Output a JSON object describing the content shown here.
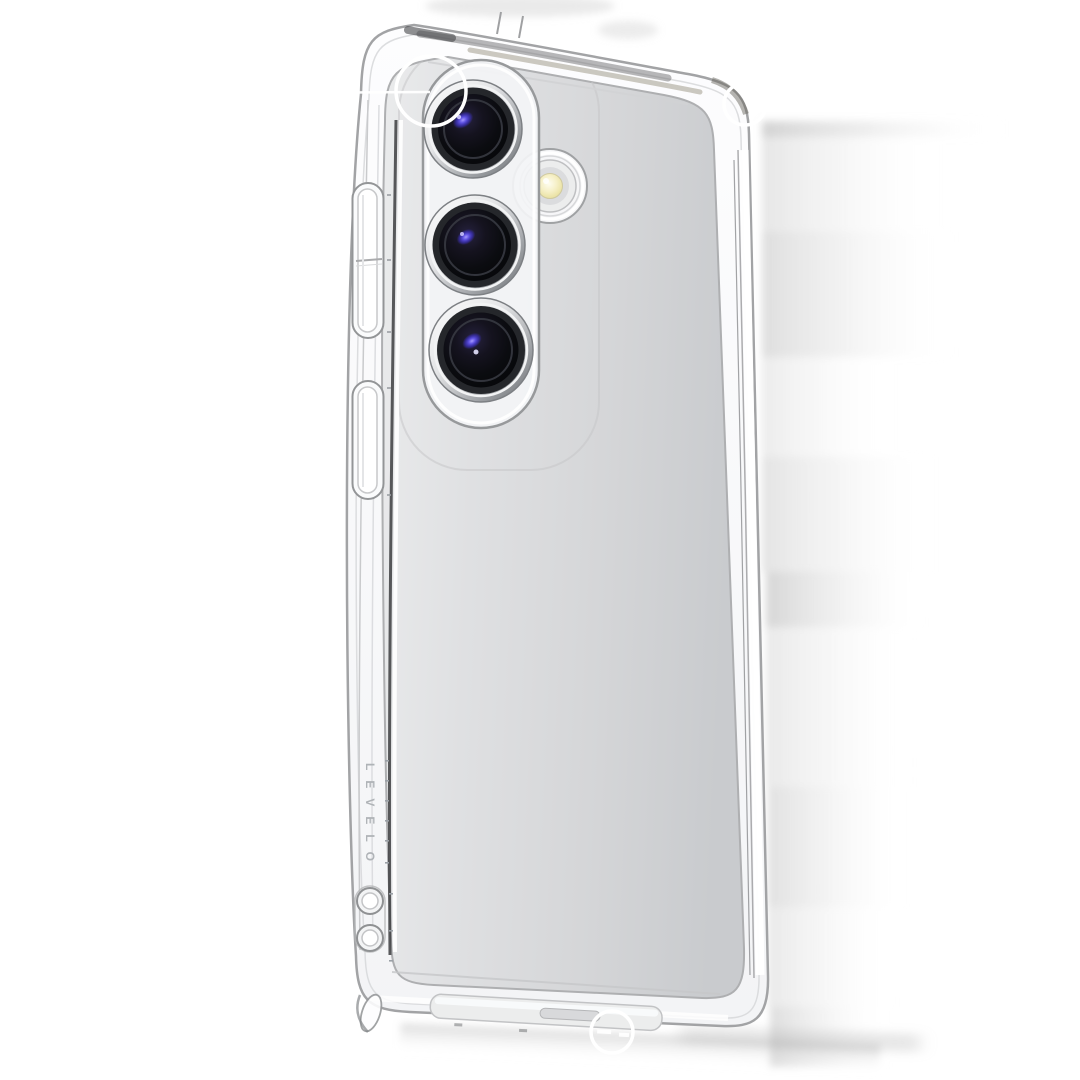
{
  "image": {
    "type": "product-photo",
    "subject": "Transparent clear protective phone case fitted on a silver smartphone with three vertical rear camera lenses, LED flash, side buttons and lanyard holes, shown at a slight 3D angle on a white background with soft drop shadow",
    "background_color": "#ffffff"
  },
  "case": {
    "brand_text": "LEVELO",
    "parts": [
      "clear-bumper-frame",
      "raised-camera-protection-ring",
      "flash-cutout-ring",
      "volume-button-cover",
      "power-button-cover",
      "lanyard-holes",
      "charging-port-cutout"
    ]
  },
  "phone": {
    "camera_lenses": 3,
    "back_color": "#d6d7d9"
  },
  "colors": {
    "background": "#ffffff",
    "phone_back_light": "#e9eaec",
    "phone_back_dark": "#c9cbce",
    "case_rim": "#9fa1a3",
    "lens_ring_dark": "#25272b",
    "lens_glass": "#0b0c10",
    "lens_glint_blue": "#5d50e0",
    "flash_yellow": "#f3edc2",
    "brand_text_color": "#afb3b7",
    "shadow_gray": "#b6b6b6",
    "callout_stroke": "#ffffff"
  }
}
